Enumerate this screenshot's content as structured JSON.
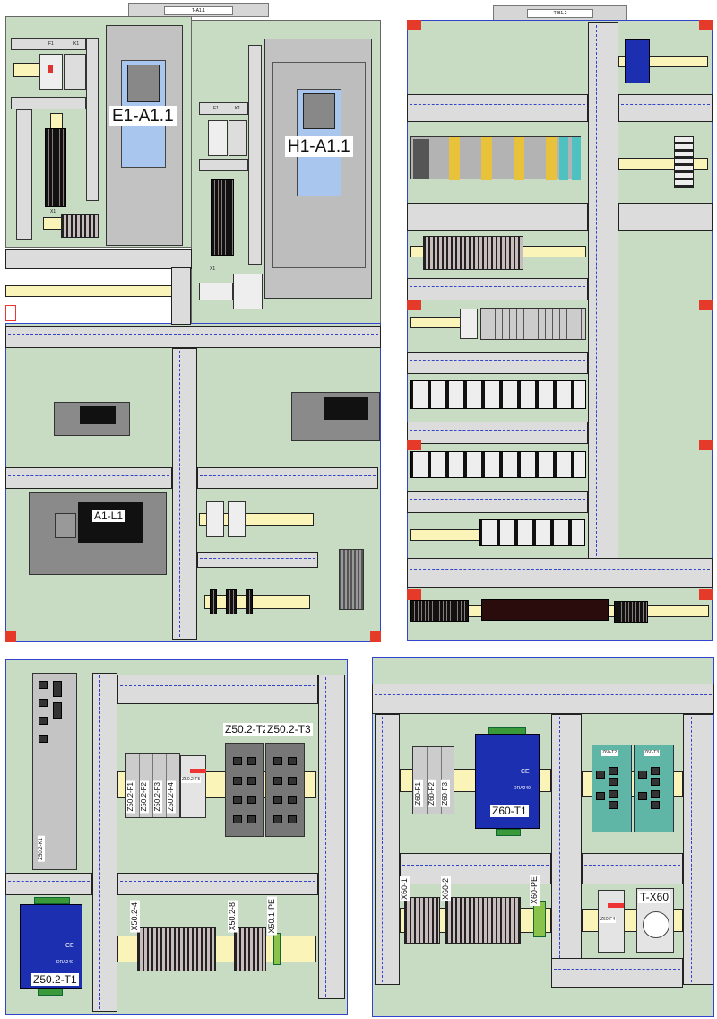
{
  "panel_a": {
    "header_tab": "T-A1.1",
    "small_labels": [
      "F1",
      "K1",
      "X1",
      "F1",
      "K1",
      "X1"
    ],
    "drive_e1": "E1-A1.1",
    "drive_h1": "H1-A1.1",
    "filter_label": "A1-L1"
  },
  "panel_b": {
    "header_tab": "T-B1.2"
  },
  "panel_c": {
    "switch_t2": "Z50.2-T2",
    "switch_t3": "Z50.2-T3",
    "fuses": [
      "Z50.2-F1",
      "Z50.2-F2",
      "Z50.2-F3",
      "Z50.2-F4"
    ],
    "breaker": "Z50.2-F5",
    "ipc": "Z50.2-K1",
    "psu": "Z50.2-T1",
    "psu_ce": "CE",
    "psu_model": "DRA240",
    "terminals": [
      "X50.2-4",
      "X50.2-8",
      "X50.1-PE"
    ]
  },
  "panel_d": {
    "fuses": [
      "Z60-F1",
      "Z60-F2",
      "Z60-F3"
    ],
    "psu": "Z60-T1",
    "psu_ce": "CE",
    "psu_model": "DRA240",
    "switch_t2": "Z60-T2",
    "switch_t3": "Z60-T3",
    "terminals": [
      "X60-1",
      "X60-2",
      "X60-PE"
    ],
    "breaker": "Z60-F4",
    "socket": "T-X60"
  }
}
